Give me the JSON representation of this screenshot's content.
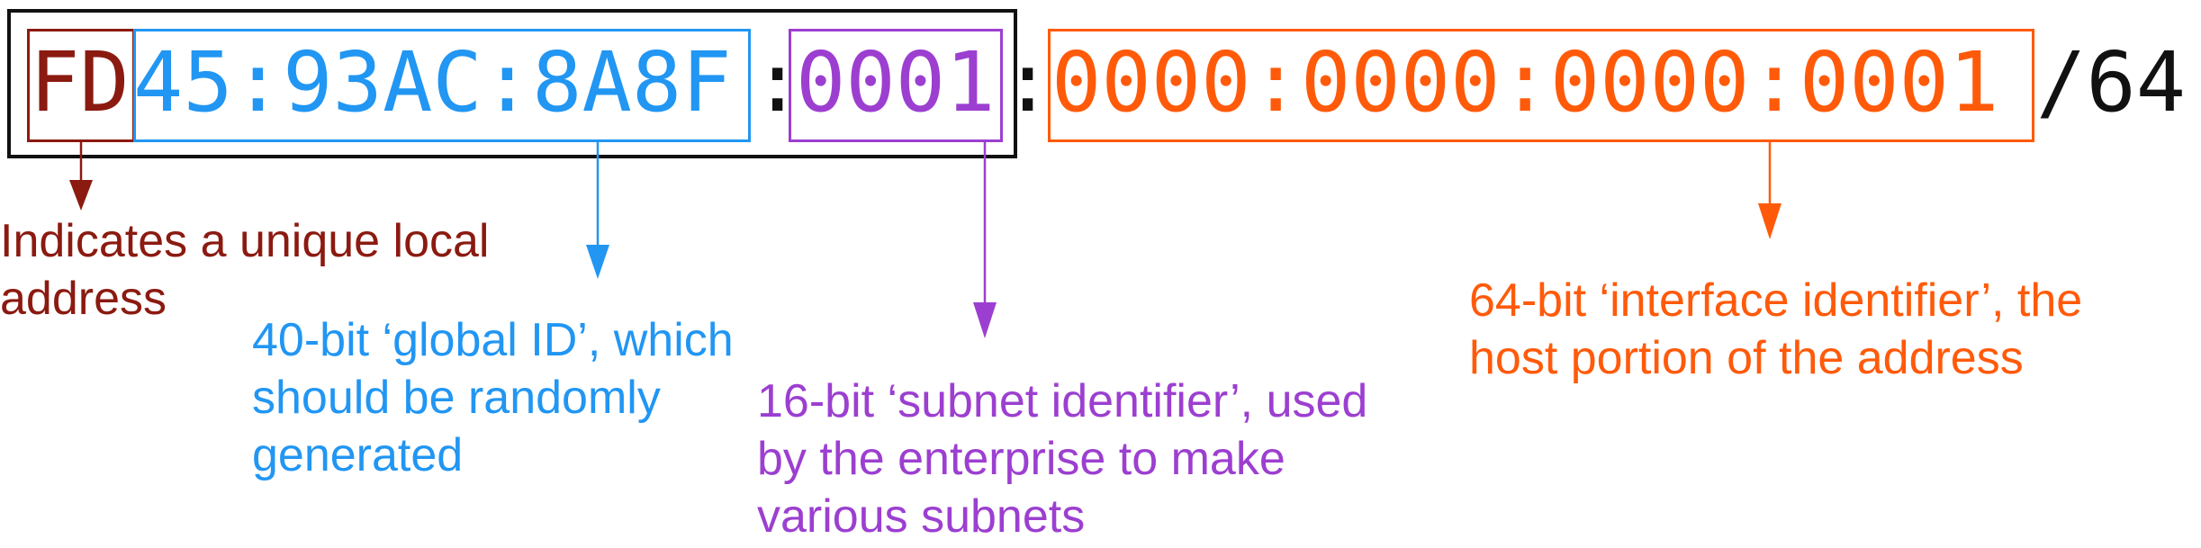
{
  "colors": {
    "black": "#111111",
    "prefix": "#8b1a10",
    "global": "#2196f3",
    "subnet": "#9c3fd0",
    "iface": "#ff5a0a"
  },
  "address": {
    "prefix": "FD",
    "global_id": "45:93AC:8A8F",
    "sep1": ":",
    "subnet_id": "0001",
    "sep2": ":",
    "interface_id": "0000:0000:0000:0001",
    "prefix_length": "/64"
  },
  "annotations": {
    "prefix": [
      "Indicates a unique local",
      "address"
    ],
    "global_id": [
      "40-bit ‘global ID’, which",
      "should be randomly",
      "generated"
    ],
    "subnet_id": [
      "16-bit ‘subnet identifier’, used",
      "by the enterprise to make",
      "various subnets"
    ],
    "interface_id": [
      "64-bit ‘interface identifier’, the",
      "host portion of the address"
    ]
  }
}
